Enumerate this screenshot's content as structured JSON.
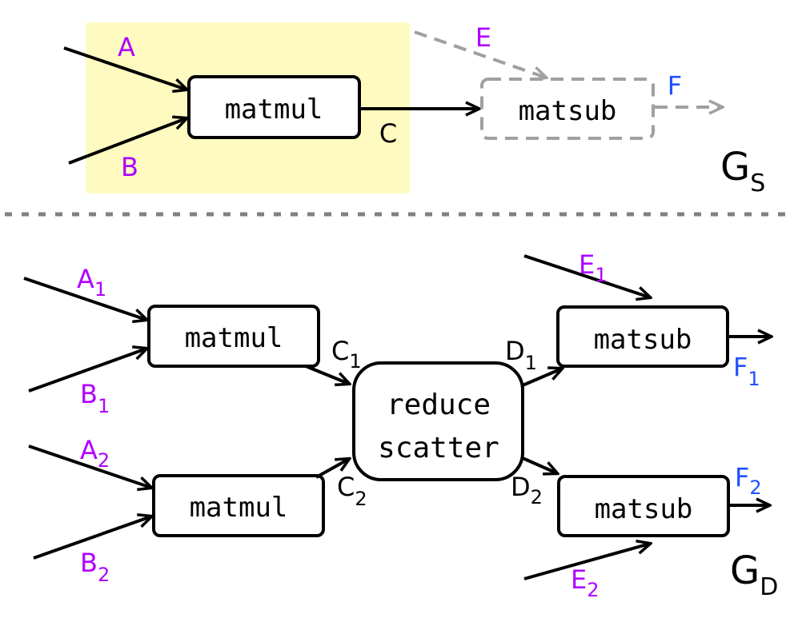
{
  "colors": {
    "highlight": "#fffbc0",
    "input_label": "#b000ff",
    "output_label": "#1f4fff",
    "edge": "#000000",
    "ghost": "#a0a0a0",
    "divider": "#808080",
    "text": "#000000"
  },
  "top_graph": {
    "label": {
      "main": "G",
      "sub": "S"
    },
    "nodes": {
      "matmul": "matmul",
      "matsub": "matsub"
    },
    "edges": {
      "a": "A",
      "b": "B",
      "c": "C",
      "e": "E",
      "f": "F"
    }
  },
  "bottom_graph": {
    "label": {
      "main": "G",
      "sub": "D"
    },
    "nodes": {
      "matmul_1": "matmul",
      "matmul_2": "matmul",
      "reduce_line1": "reduce",
      "reduce_line2": "scatter",
      "matsub_1": "matsub",
      "matsub_2": "matsub"
    },
    "edges": {
      "a1": {
        "main": "A",
        "sub": "1"
      },
      "b1": {
        "main": "B",
        "sub": "1"
      },
      "a2": {
        "main": "A",
        "sub": "2"
      },
      "b2": {
        "main": "B",
        "sub": "2"
      },
      "c1": {
        "main": "C",
        "sub": "1"
      },
      "c2": {
        "main": "C",
        "sub": "2"
      },
      "d1": {
        "main": "D",
        "sub": "1"
      },
      "d2": {
        "main": "D",
        "sub": "2"
      },
      "e1": {
        "main": "E",
        "sub": "1"
      },
      "e2": {
        "main": "E",
        "sub": "2"
      },
      "f1": {
        "main": "F",
        "sub": "1"
      },
      "f2": {
        "main": "F",
        "sub": "2"
      }
    }
  }
}
